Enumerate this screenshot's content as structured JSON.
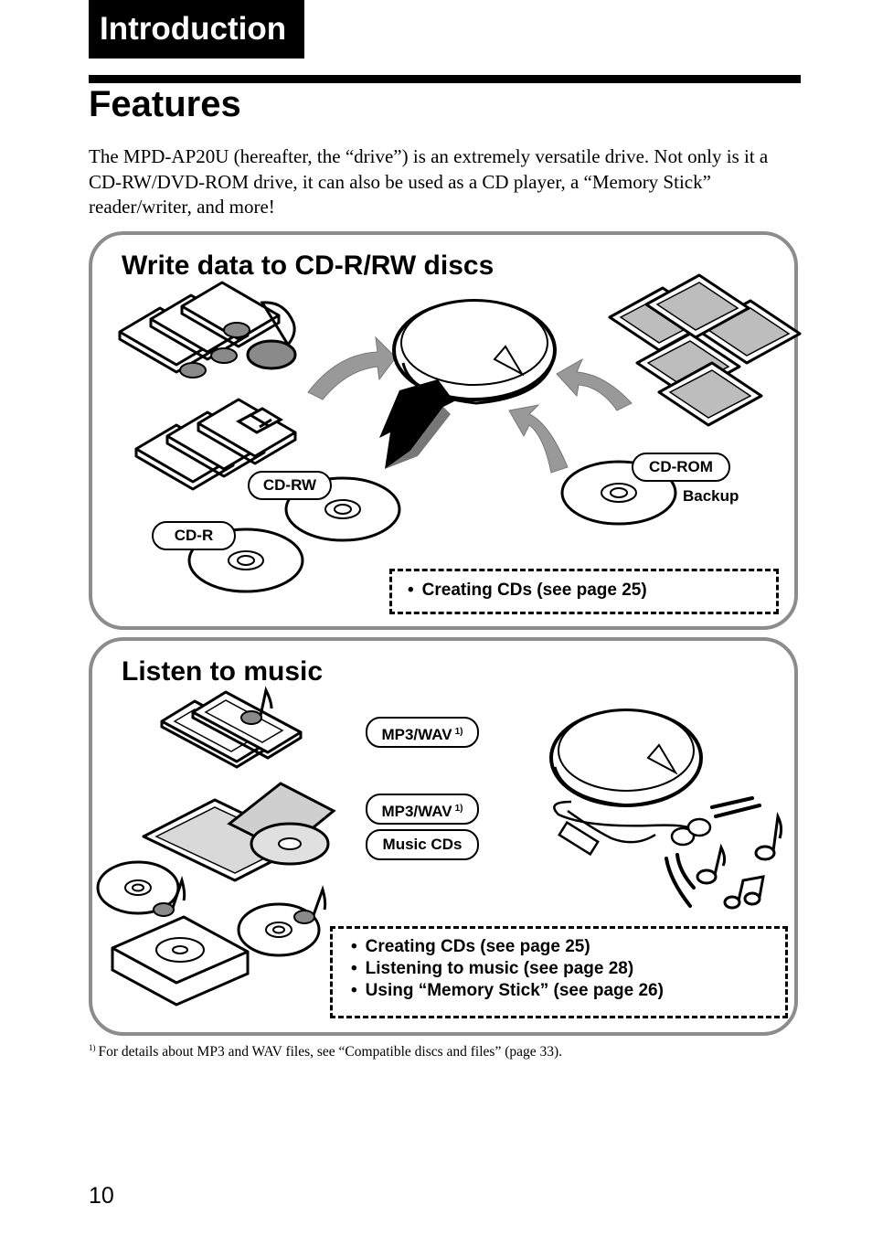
{
  "header": {
    "section": "Introduction",
    "title": "Features"
  },
  "intro": "The MPD-AP20U (hereafter, the “drive”) is an extremely versatile drive. Not only is it a CD-RW/DVD-ROM drive, it can also be used as a CD player, a “Memory Stick” reader/writer, and more!",
  "cd_panel": {
    "title": "Write data to CD-R/RW discs",
    "labels": {
      "cd_rw": "CD-RW",
      "cd_r": "CD-R",
      "cd_rom": "CD-ROM",
      "backup": "Backup"
    },
    "refs": [
      "Creating CDs (see page 25)"
    ]
  },
  "music_panel": {
    "title": "Listen to music",
    "labels": {
      "mp3_wav_1": "MP3/WAV",
      "mp3_wav_2": "MP3/WAV",
      "footnote_mark": "1)",
      "music_cds": "Music CDs"
    },
    "refs": [
      "Creating CDs (see page 25)",
      "Listening to music (see page 28)",
      "Using “Memory Stick” (see page 26)"
    ]
  },
  "footnote": {
    "mark": "1)",
    "text": "For details about MP3 and WAV files, see “Compatible discs and files” (page 33)."
  },
  "page_number": "10",
  "icons": [
    "music-note-icon",
    "floppy-disk-icon",
    "cd-drive-icon",
    "photo-icon",
    "arrow-icon",
    "memory-stick-icon",
    "headphones-icon",
    "cd-jewel-case-icon"
  ]
}
